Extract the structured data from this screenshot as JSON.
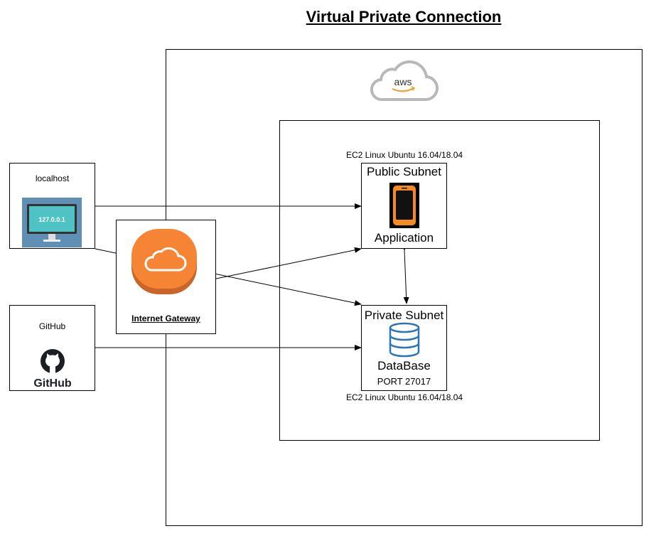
{
  "title": "Virtual Private Connection",
  "cloud": {
    "icon": "aws-logo-icon",
    "logo_text": "aws"
  },
  "localhost": {
    "label": "localhost",
    "icon": "monitor-icon",
    "screen_text": "127.0.0.1"
  },
  "github": {
    "label": "GitHub",
    "icon": "github-icon",
    "logo_text": "GitHub"
  },
  "internet_gateway": {
    "label": "Internet Gateway",
    "icon": "cloud-icon"
  },
  "public_subnet": {
    "caption": "EC2 Linux Ubuntu 16.04/18.04",
    "title": "Public Subnet",
    "icon": "mobile-phone-icon",
    "label": "Application"
  },
  "private_subnet": {
    "title": "Private Subnet",
    "icon": "database-icon",
    "label": "DataBase",
    "port": "PORT 27017",
    "caption": "EC2 Linux Ubuntu 16.04/18.04"
  },
  "colors": {
    "gateway_orange": "#f58534",
    "gateway_dark": "#c8652a",
    "monitor_bg": "#5f8fb4",
    "monitor_screen": "#4fc3c4",
    "phone_orange": "#f58a1f",
    "db_blue": "#2e75b6",
    "aws_gray": "#b8b8b8"
  }
}
